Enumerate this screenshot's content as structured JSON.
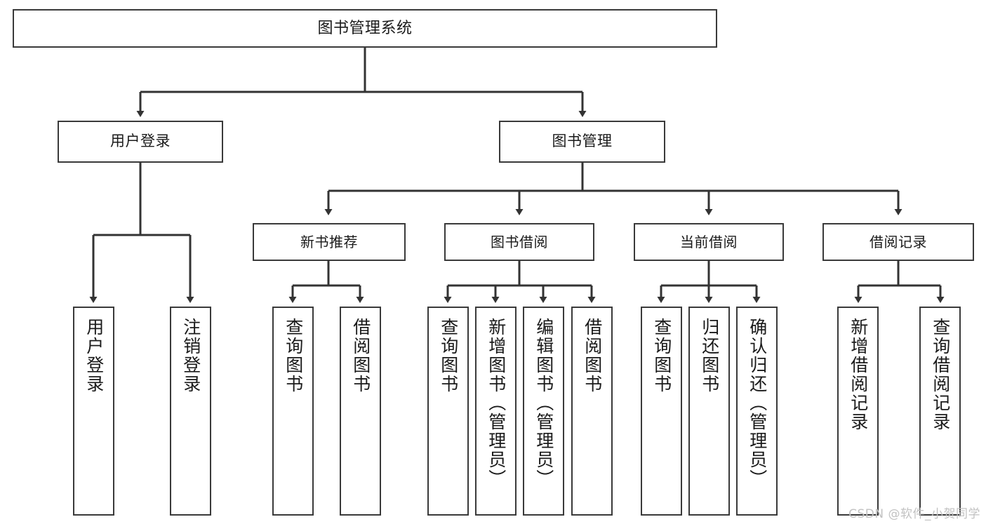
{
  "diagram": {
    "type": "tree-hierarchy",
    "title": "图书管理系统",
    "watermark": "CSDN @软件_小贺同学",
    "colors": {
      "background": "#ffffff",
      "box_border": "#3a3a3a",
      "edge": "#333333",
      "text": "#1a1a1a",
      "watermark": "#c2c2c2"
    },
    "nodes": {
      "root": {
        "label": "图书管理系统"
      },
      "level1": [
        {
          "id": "user-login",
          "label": "用户登录"
        },
        {
          "id": "book-manage",
          "label": "图书管理"
        }
      ],
      "level2": [
        {
          "id": "new-book-rec",
          "label": "新书推荐"
        },
        {
          "id": "book-borrow",
          "label": "图书借阅"
        },
        {
          "id": "current-borrow",
          "label": "当前借阅"
        },
        {
          "id": "borrow-record",
          "label": "借阅记录"
        }
      ],
      "leaves": [
        {
          "id": "leaf-user-login",
          "label": "用户登录",
          "parent": "user-login"
        },
        {
          "id": "leaf-logout",
          "label": "注销登录",
          "parent": "user-login"
        },
        {
          "id": "leaf-query-book-1",
          "label": "查询图书",
          "parent": "new-book-rec"
        },
        {
          "id": "leaf-borrow-book-1",
          "label": "借阅图书",
          "parent": "new-book-rec"
        },
        {
          "id": "leaf-query-book-2",
          "label": "查询图书",
          "parent": "book-borrow"
        },
        {
          "id": "leaf-add-book",
          "label": "新增图书（管理员）",
          "parent": "book-borrow"
        },
        {
          "id": "leaf-edit-book",
          "label": "编辑图书（管理员）",
          "parent": "book-borrow"
        },
        {
          "id": "leaf-borrow-book-2",
          "label": "借阅图书",
          "parent": "book-borrow"
        },
        {
          "id": "leaf-query-book-3",
          "label": "查询图书",
          "parent": "current-borrow"
        },
        {
          "id": "leaf-return-book",
          "label": "归还图书",
          "parent": "current-borrow"
        },
        {
          "id": "leaf-confirm-return",
          "label": "确认归还（管理员）",
          "parent": "current-borrow"
        },
        {
          "id": "leaf-add-record",
          "label": "新增借阅记录",
          "parent": "borrow-record"
        },
        {
          "id": "leaf-query-record",
          "label": "查询借阅记录",
          "parent": "borrow-record"
        }
      ]
    }
  }
}
